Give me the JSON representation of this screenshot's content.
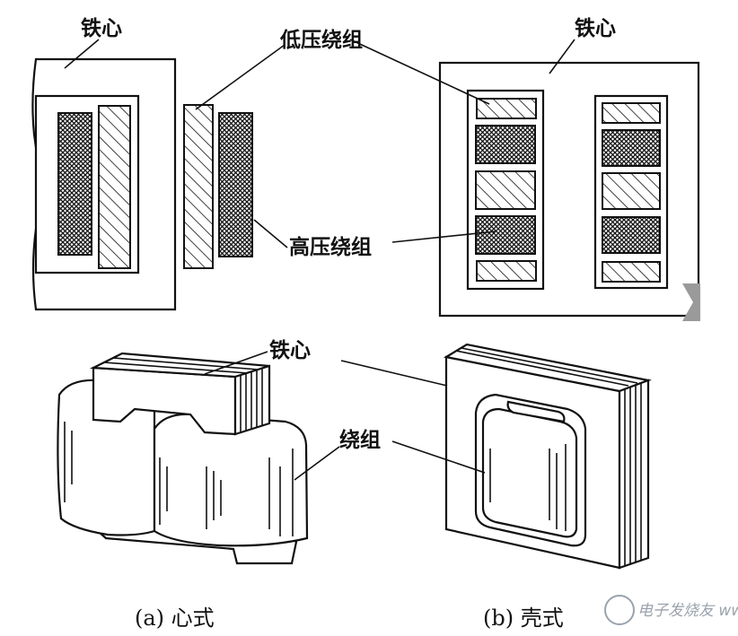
{
  "labels": {
    "iron_core": "铁心",
    "low_voltage_winding": "低压绕组",
    "high_voltage_winding": "高压绕组",
    "winding": "绕组"
  },
  "captions": {
    "core_type": "(a) 心式",
    "shell_type": "(b) 壳式"
  },
  "watermark": "电子发烧友 www.elecfans.com"
}
